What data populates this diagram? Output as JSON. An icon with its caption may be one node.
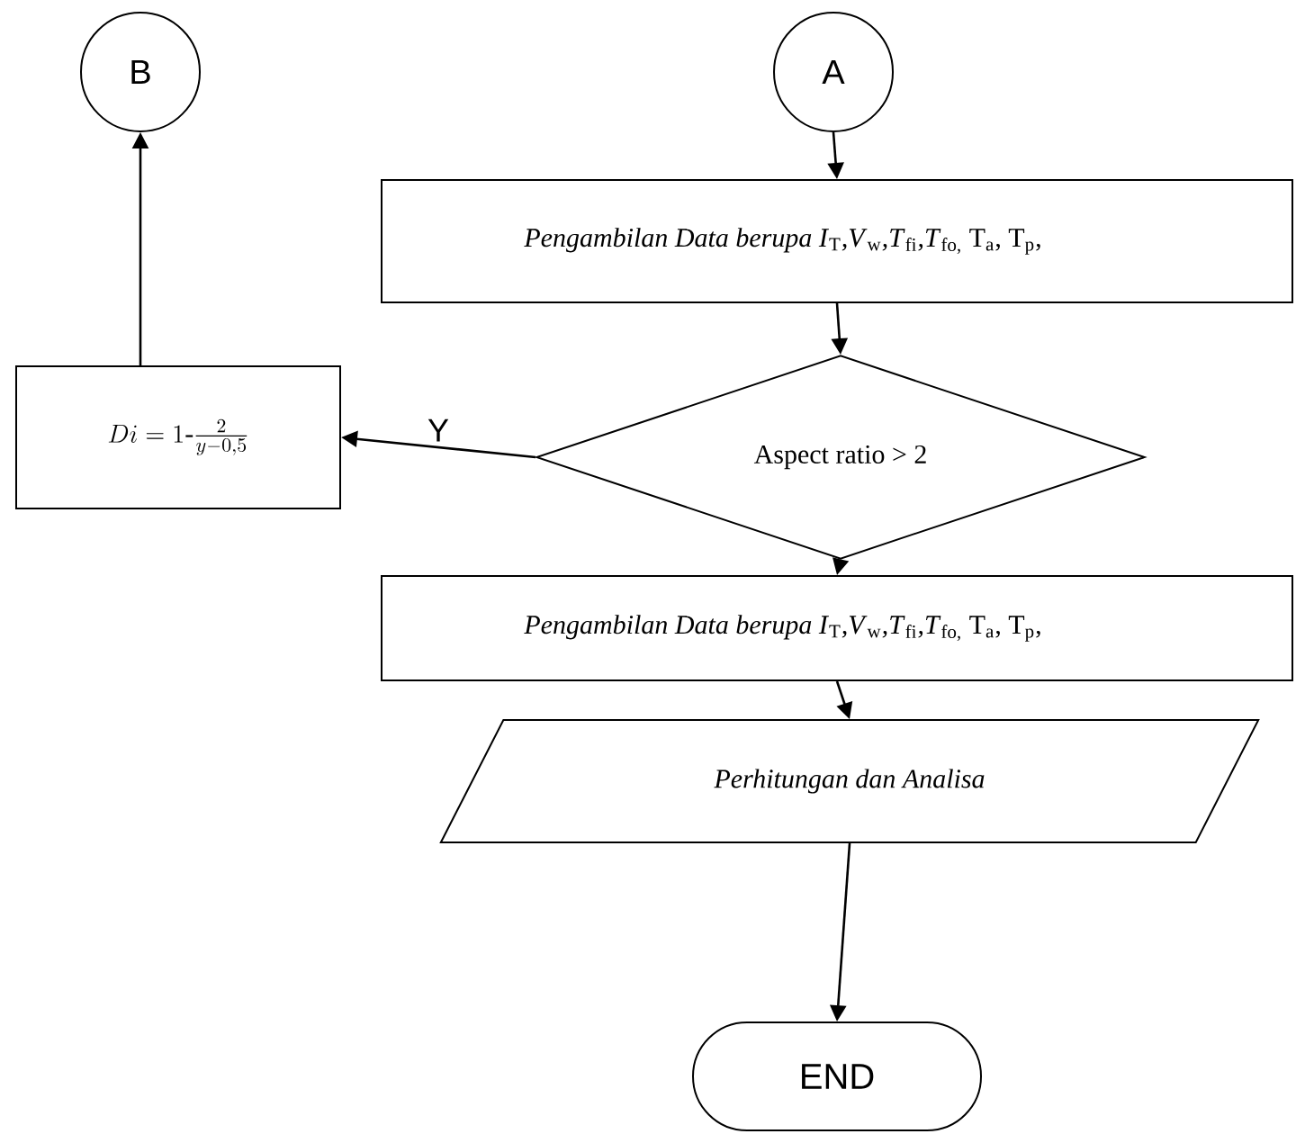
{
  "diagram": {
    "nodes": [
      {
        "text": [
          "B"
        ]
      },
      {
        "text": [
          "A"
        ]
      },
      {
        "text": [
          "*Pengambilan Data berupa I*$_{T}$*,V*$_{w}$*,T*$_{fi}$*,T*$_{fo,}$ T$_{a}$, T$_{p}$,"
        ]
      },
      {
        "text": [
          "Aspect ratio > 2"
        ]
      },
      {
        "text": [
          "Di = 1\\text{-}\\frac{2}{y-0{,}5}"
        ]
      },
      {
        "text": [
          "*Pengambilan Data berupa I*$_{T}$*,V*$_{w}$*,T*$_{fi}$*,T*$_{fo,}$ T$_{a}$, T$_{p}$,"
        ]
      },
      {
        "text": [
          "Perhitungan dan Analisa"
        ]
      },
      {
        "text": [
          "END"
        ]
      }
    ],
    "edges": [
      {
        "from": 1,
        "to": 2,
        "arrow": "to"
      },
      {
        "from": 2,
        "to": 3,
        "arrow": "to"
      },
      {
        "from": 3,
        "to": 4,
        "arrow": "to",
        "label": "Y"
      },
      {
        "from": 4,
        "to": 0,
        "arrow": "to"
      },
      {
        "from": 3,
        "to": 5,
        "arrow": "to"
      },
      {
        "from": 5,
        "to": 6,
        "arrow": "to"
      },
      {
        "from": 6,
        "to": 7,
        "arrow": "to"
      }
    ]
  }
}
